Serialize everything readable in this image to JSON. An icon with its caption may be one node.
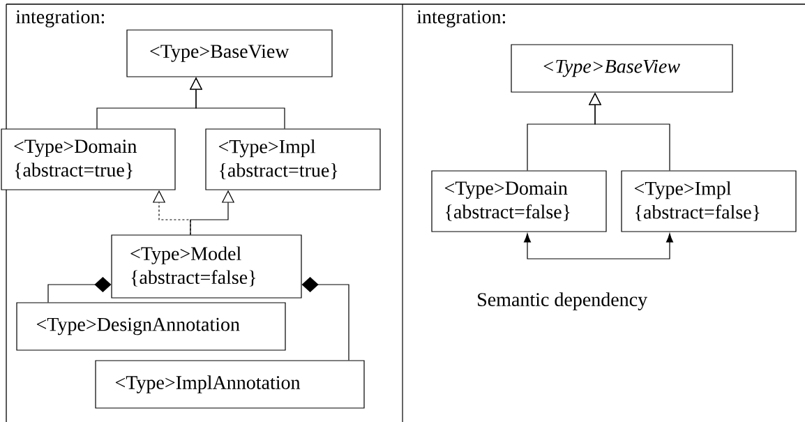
{
  "diagram": {
    "nodes": [
      {
        "text": [
          "<Type>BaseView"
        ]
      },
      {
        "text": [
          "<Type>Domain {abstract=true}"
        ]
      },
      {
        "text": [
          "<Type>Impl {abstract=true}"
        ]
      },
      {
        "text": [
          "<Type>Model {abstract=false}"
        ]
      },
      {
        "text": [
          "<Type>DesignAnnotation"
        ]
      },
      {
        "text": [
          "<Type>ImplAnnotation"
        ]
      },
      {
        "text": [
          "<Type>BaseView"
        ]
      },
      {
        "text": [
          "<Type>Domain {abstract=false}"
        ]
      },
      {
        "text": [
          "<Type>Impl {abstract=false}"
        ]
      }
    ],
    "edges": [
      {
        "from": 1,
        "to": 0,
        "arrow": "to"
      },
      {
        "from": 2,
        "to": 0,
        "arrow": "to"
      },
      {
        "from": 3,
        "to": 1,
        "arrow": "to",
        "style": "dashed"
      },
      {
        "from": 3,
        "to": 2,
        "arrow": "to"
      },
      {
        "from": 4,
        "to": 3,
        "arrow": "other"
      },
      {
        "from": 5,
        "to": 3,
        "arrow": "other"
      },
      {
        "from": 7,
        "to": 8,
        "arrow": "both"
      },
      {
        "from": 7,
        "to": 6,
        "arrow": "to"
      },
      {
        "from": 8,
        "to": 6,
        "arrow": "to"
      }
    ],
    "labels": [
      "integration:",
      "integration:",
      "Semantic dependency"
    ]
  }
}
